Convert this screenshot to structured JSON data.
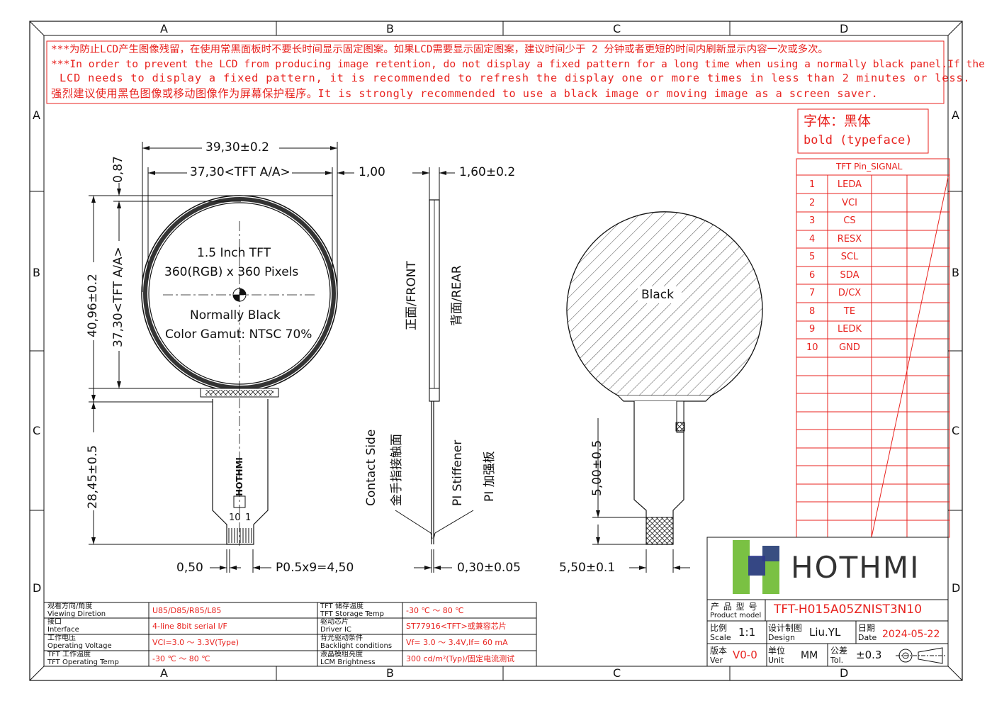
{
  "frame": {
    "columns": [
      "A",
      "B",
      "C",
      "D"
    ],
    "rows": [
      "A",
      "B",
      "C",
      "D"
    ]
  },
  "notice": {
    "line1": "***为防止LCD产生图像残留，在使用常黑面板时不要长时间显示固定图案。如果LCD需要显示固定图案，建议时间少于 2 分钟或者更短的时间内刷新显示内容一次或多次。",
    "line2": "***In order to prevent the LCD from producing image retention, do not display a fixed pattern for a long time when using a normally black panel.If the",
    "line3": "LCD needs to display a fixed pattern, it is recommended to refresh the display one or more times in less than 2 minutes or less.",
    "line4": "强烈建议使用黑色图像或移动图像作为屏幕保护程序。It is strongly recommended to use a black image or moving image as a screen saver."
  },
  "typeface": {
    "line1": "字体：黑体",
    "line2": "bold (typeface)"
  },
  "front_view": {
    "dim_width_outline": "39,30±0.2",
    "dim_width_aa": "37,30<TFT A/A>",
    "dim_top_offset": "0,87",
    "dim_height_outline": "40,96±0.2",
    "dim_height_aa": "37,30<TFT A/A>",
    "dim_fpc_length": "28,45±0.5",
    "dim_pitch_left": "0,50",
    "dim_pitch": "P0.5x9=4,50",
    "label_size": "1.5 Inch TFT",
    "label_resolution": "360(RGB) x 360 Pixels",
    "label_mode": "Normally Black",
    "label_gamut": "Color Gamut: NTSC 70%",
    "fpc_brand": "HOTHMI",
    "pin_first": "10",
    "pin_last": "1"
  },
  "side_view": {
    "dim_gap": "1,00",
    "dim_thickness": "1,60±0.2",
    "label_front": "正面/FRONT",
    "label_rear": "背面/REAR",
    "label_contact_en": "Contact Side",
    "label_contact_cn": "金手指接触面",
    "label_stiffener_en": "PI Stiffener",
    "label_stiffener_cn": "PI 加强板",
    "dim_fpc_thickness": "0,30±0.05"
  },
  "back_view": {
    "label_black": "Black",
    "dim_stiffener_length": "5,00±0.5",
    "dim_stiffener_width": "5,50±0.1"
  },
  "pin_table": {
    "title": "TFT Pin_SIGNAL",
    "rows": [
      {
        "no": "1",
        "signal": "LEDA"
      },
      {
        "no": "2",
        "signal": "VCI"
      },
      {
        "no": "3",
        "signal": "CS"
      },
      {
        "no": "4",
        "signal": "RESX"
      },
      {
        "no": "5",
        "signal": "SCL"
      },
      {
        "no": "6",
        "signal": "SDA"
      },
      {
        "no": "7",
        "signal": "D/CX"
      },
      {
        "no": "8",
        "signal": "TE"
      },
      {
        "no": "9",
        "signal": "LEDK"
      },
      {
        "no": "10",
        "signal": "GND"
      }
    ]
  },
  "logo": {
    "text": "HOTHMI",
    "mark_colors": [
      "#7ac143",
      "#2e3a8c"
    ]
  },
  "specs": {
    "left": [
      {
        "label_cn": "观看方向/角度",
        "label_en": "Viewing Diretion",
        "value": "U85/D85/R85/L85"
      },
      {
        "label_cn": "接口",
        "label_en": "Interface",
        "value": "4-line 8bit serial I/F"
      },
      {
        "label_cn": "工作电压",
        "label_en": "Operating Voltage",
        "value": "VCI=3.0 ～ 3.3V(Type)"
      },
      {
        "label_cn": "TFT 工作温度",
        "label_en": "TFT Operating Temp",
        "value": "-30 ℃ ～ 80 ℃"
      }
    ],
    "right": [
      {
        "label_cn": "TFT 储存温度",
        "label_en": "TFT Storage Temp",
        "value": "-30 ℃ ～ 80 ℃"
      },
      {
        "label_cn": "驱动芯片",
        "label_en": "Driver IC",
        "value": "ST77916<TFT>或兼容芯片"
      },
      {
        "label_cn": "背光驱动条件",
        "label_en": "Backlight conditions",
        "value": "Vf= 3.0 ～ 3.4V,If= 60 mA"
      },
      {
        "label_cn": "液晶模组亮度",
        "label_en": "LCM Brightness",
        "value": "300  cd/m²(Typ)/固定电流测试"
      }
    ]
  },
  "title_block": {
    "model_cn": "产 品 型 号",
    "model_en": "Product model",
    "model_value": "TFT-H015A05ZNIST3N10",
    "scale_cn": "比例",
    "scale_en": "Scale",
    "scale_value": "1:1",
    "design_cn": "设计制图",
    "design_en": "Design",
    "design_value": "Liu.YL",
    "date_cn": "日期",
    "date_en": "Date",
    "date_value": "2024-05-22",
    "ver_cn": "版本",
    "ver_en": "Ver",
    "ver_value": "V0-0",
    "unit_cn": "单位",
    "unit_en": "Unit",
    "unit_value": "MM",
    "tol_cn": "公差",
    "tol_en": "Tol.",
    "tol_value": "±0.3"
  },
  "colors": {
    "red": "#e8231f",
    "ink": "#111111"
  }
}
